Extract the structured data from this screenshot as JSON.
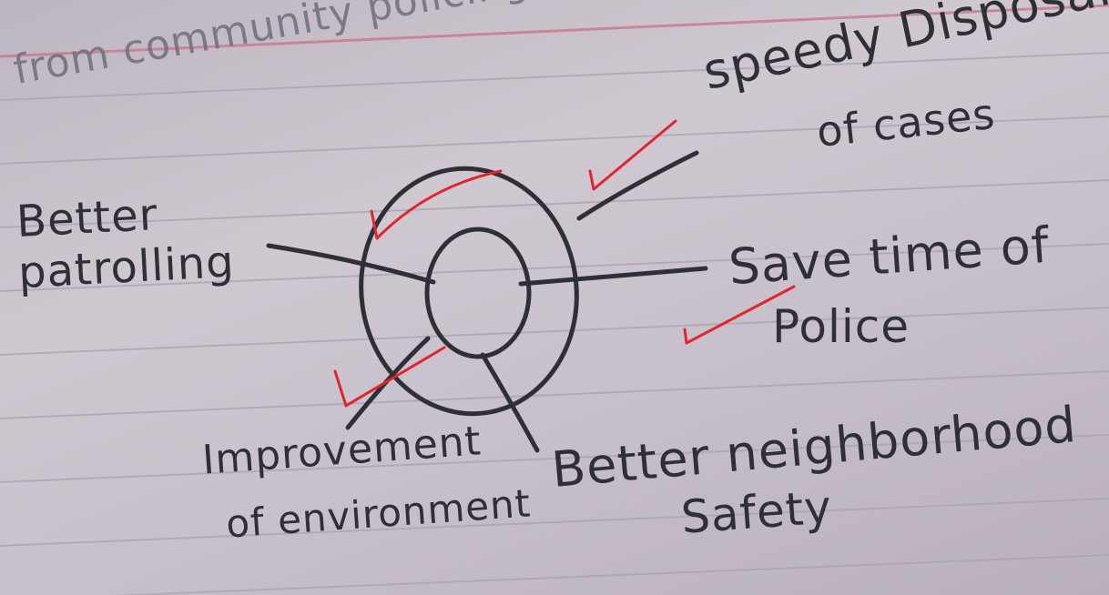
{
  "note": {
    "heading": "from community policing are:",
    "diagram": {
      "branches": [
        {
          "lines": [
            "speedy Disposal",
            "of cases"
          ],
          "checked": true
        },
        {
          "lines": [
            "Better",
            "patrolling"
          ],
          "checked": true
        },
        {
          "lines": [
            "Save time of",
            "Police"
          ],
          "checked": true
        },
        {
          "lines": [
            "Improvement",
            "of environment"
          ],
          "checked": true
        },
        {
          "lines": [
            "Better neighborhood",
            "Safety"
          ],
          "checked": false
        }
      ]
    }
  },
  "colors": {
    "paper": "#c8c0ca",
    "ruled_lines": "#a9a3b3",
    "margin_line": "#c9788f",
    "ink": "#2f3037",
    "pencil": "#6d6f7c",
    "check_marks": "#e0262c"
  }
}
